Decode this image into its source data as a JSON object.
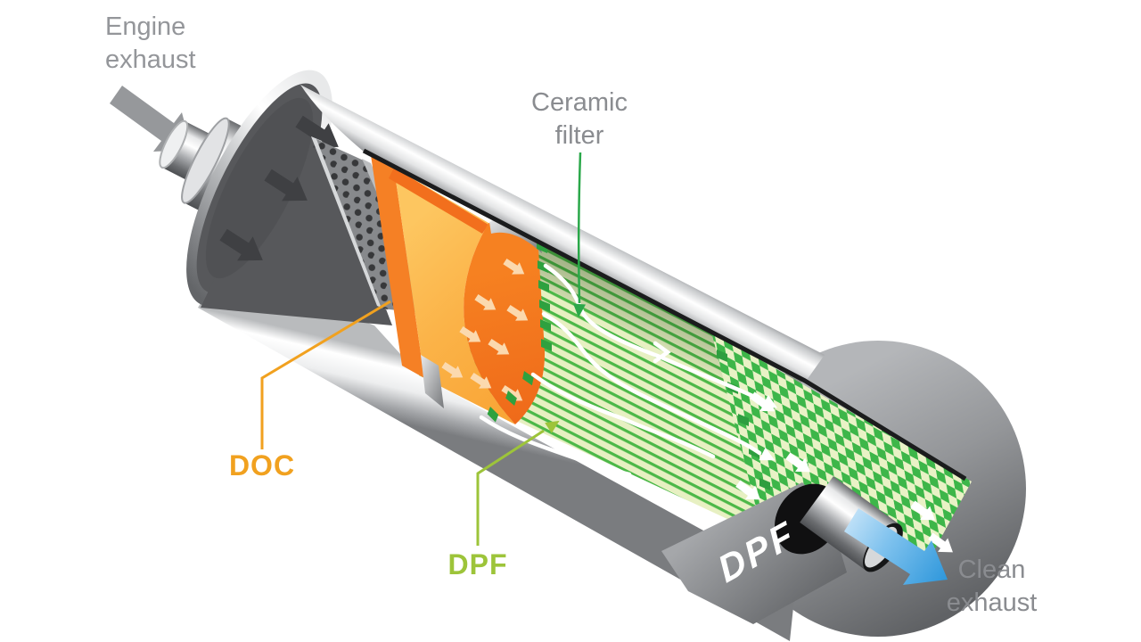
{
  "labels": {
    "engine_exhaust": [
      "Engine",
      "exhaust"
    ],
    "ceramic_filter": [
      "Ceramic",
      "filter"
    ],
    "doc_label": "DOC",
    "dpf_label": "DPF",
    "dpf_body_label": "DPF",
    "clean_exhaust": [
      "Clean",
      "exhaust"
    ]
  },
  "colors": {
    "doc_accent": "#F1A11F",
    "dpf_accent": "#9DC43A",
    "ceramic_callout_green": "#2BA84A",
    "clean_exhaust_blue": "#2F99DC",
    "label_gray": "#94969A",
    "doc_body_orange": "#FBB348",
    "doc_face_orange": "#F57D20",
    "filter_stripe_green": "#4CB848",
    "filter_pale": "#E7F0C2",
    "checker_green": "#3DB649"
  }
}
